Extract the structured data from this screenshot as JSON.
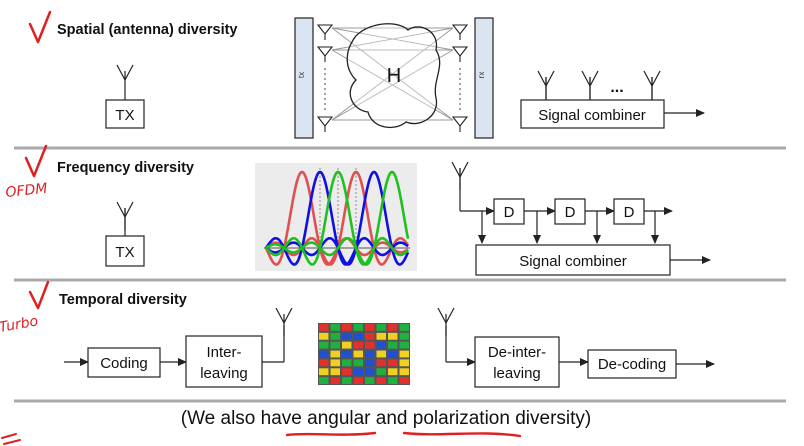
{
  "sections": {
    "spatial": {
      "heading": "Spatial (antenna) diversity",
      "tx_label": "TX",
      "left_panel_label": "tx",
      "right_panel_label": "rx",
      "channel_label": "H",
      "dots": "...",
      "combiner_label": "Signal combiner"
    },
    "frequency": {
      "heading": "Frequency diversity",
      "tx_label": "TX",
      "delay_labels": [
        "D",
        "D",
        "D"
      ],
      "combiner_label": "Signal combiner",
      "subcarrier_colors": [
        "#e05050",
        "#1010e0",
        "#20c020",
        "#e05050",
        "#1010e0",
        "#20c020"
      ]
    },
    "temporal": {
      "heading": "Temporal diversity",
      "coding_label": "Coding",
      "interleaving_label": [
        "Inter-",
        "leaving"
      ],
      "deinterleaving_label": [
        "De-inter-",
        "leaving"
      ],
      "decoding_label": "De-coding",
      "grid_colors": [
        "#e03030",
        "#2050d0",
        "#20b040",
        "#f0d020"
      ]
    },
    "footer": "(We also have angular and polarization diversity)"
  },
  "annotations": {
    "handwritten_ofdm": "OFDM",
    "handwritten_turbo": "Turbo"
  }
}
